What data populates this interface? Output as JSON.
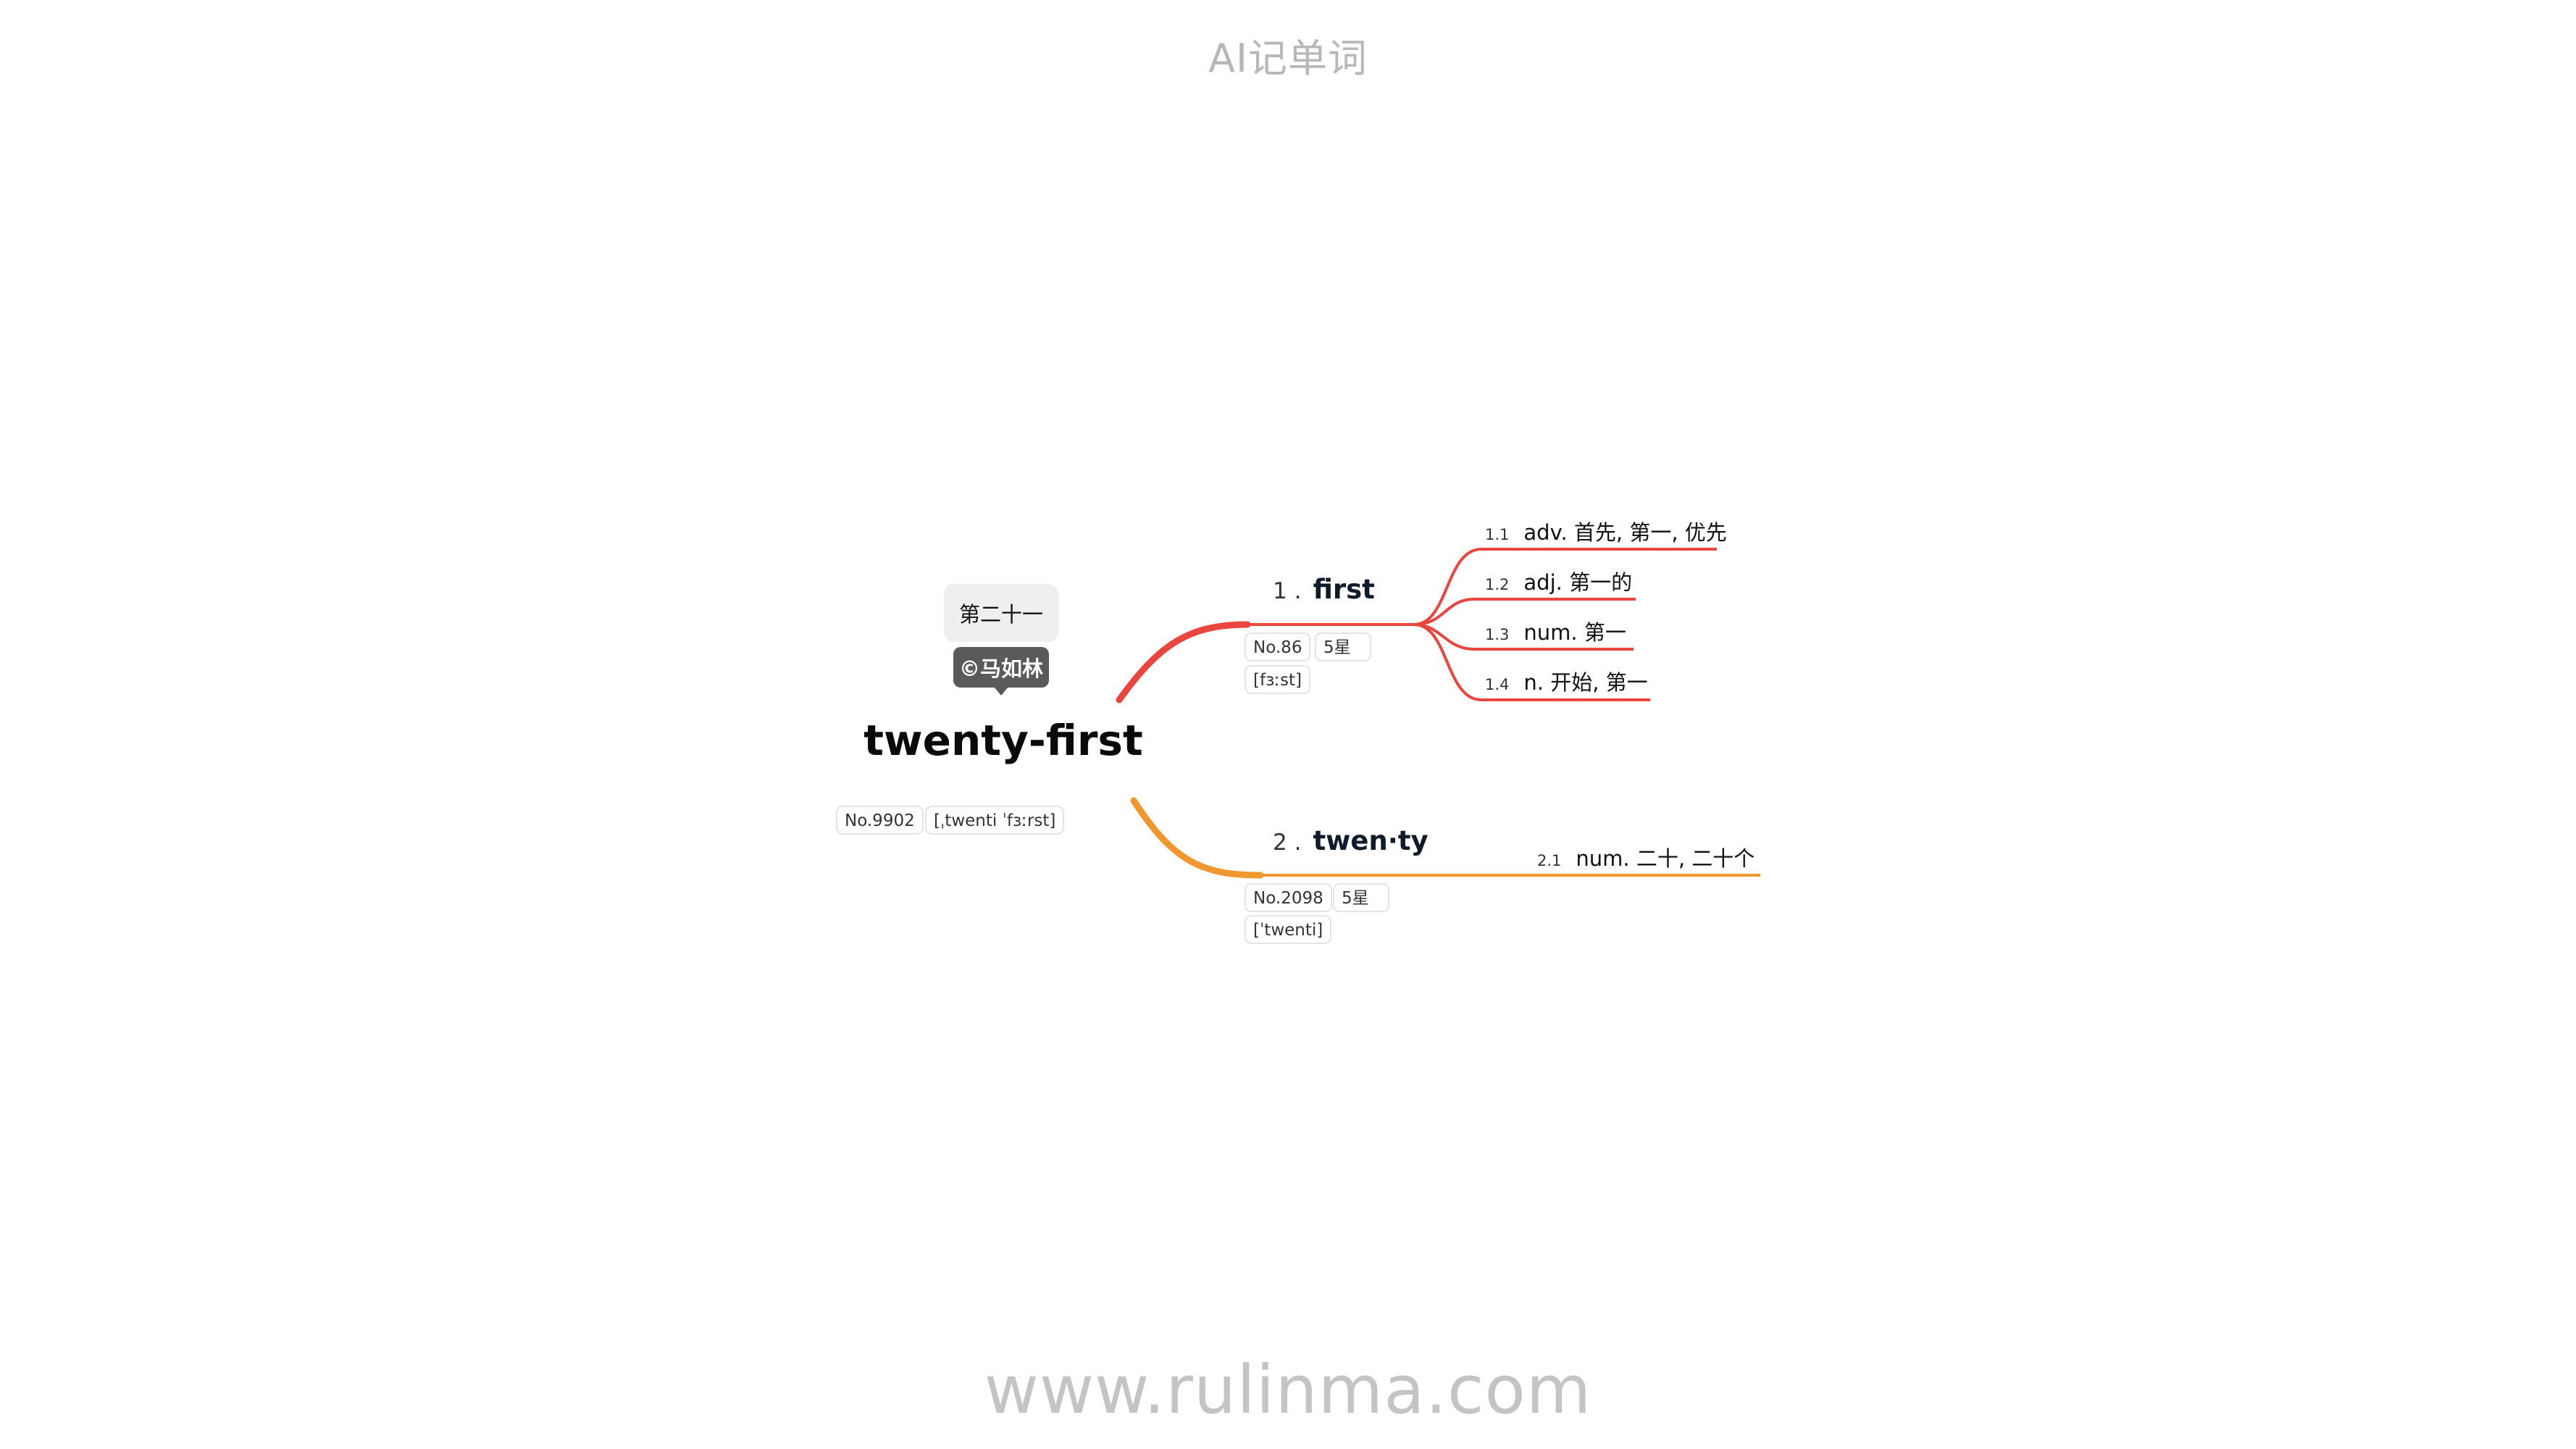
{
  "header": {
    "app_title": "AI记单词"
  },
  "footer": {
    "watermark": "www.rulinma.com"
  },
  "root": {
    "callout": "第二十一",
    "copyright": "©马如林",
    "word": "twenty-first",
    "number": "No.9902",
    "phonetic": "[ˌtwenti ˈfɜːrst]"
  },
  "branches": [
    {
      "index": "1 .",
      "word": "first",
      "number": "No.86",
      "stars": "5星",
      "phonetic": "[fɜːst]",
      "color": "#e8463e",
      "senses": [
        {
          "index": "1.1",
          "text": "adv. 首先, 第一, 优先"
        },
        {
          "index": "1.2",
          "text": "adj. 第一的"
        },
        {
          "index": "1.3",
          "text": "num. 第一"
        },
        {
          "index": "1.4",
          "text": "n. 开始, 第一"
        }
      ]
    },
    {
      "index": "2 .",
      "word": "twen·ty",
      "number": "No.2098",
      "stars": "5星",
      "phonetic": "[ˈtwenti]",
      "color": "#f0972f",
      "senses": [
        {
          "index": "2.1",
          "text": "num. 二十, 二十个"
        }
      ]
    }
  ]
}
